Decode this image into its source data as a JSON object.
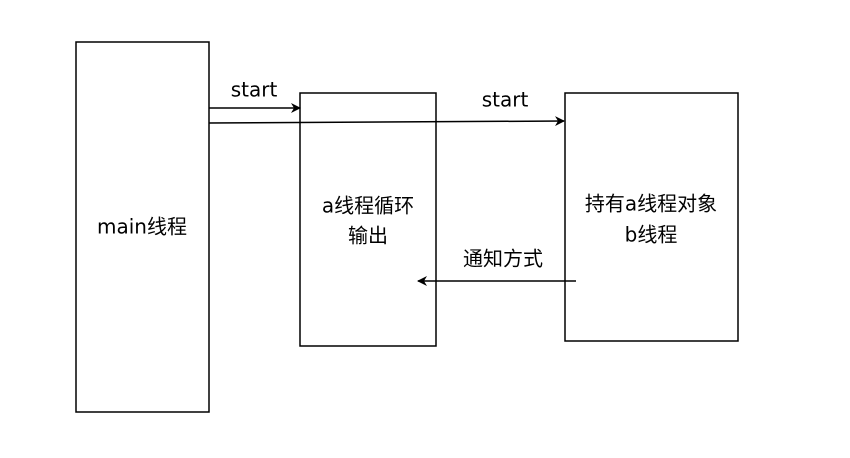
{
  "diagram": {
    "boxes": [
      {
        "id": "main",
        "lines": [
          "main线程"
        ]
      },
      {
        "id": "a",
        "lines": [
          "a线程循环",
          "输出"
        ]
      },
      {
        "id": "b",
        "lines": [
          "持有a线程对象",
          "b线程"
        ]
      }
    ],
    "edges": [
      {
        "id": "main-to-a",
        "label": "start"
      },
      {
        "id": "main-to-b",
        "label": "start"
      },
      {
        "id": "b-to-a",
        "label": "通知方式"
      }
    ],
    "colors": {
      "stroke": "#000000",
      "fill": "#ffffff",
      "text": "#000000"
    }
  }
}
